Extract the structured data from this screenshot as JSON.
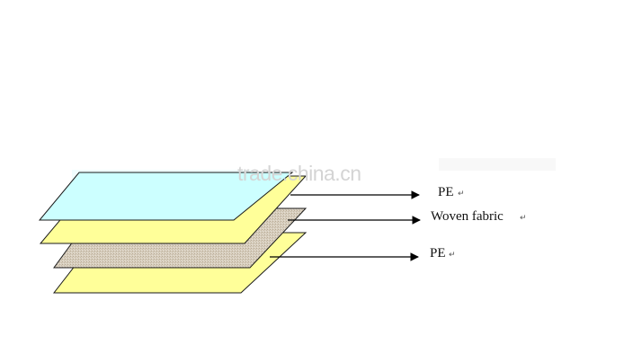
{
  "watermark": "trade.china.cn",
  "layers": [
    {
      "name": "top-pe-film",
      "fill": "#ccffff"
    },
    {
      "name": "upper-pe-layer",
      "fill": "#ffff99"
    },
    {
      "name": "woven-fabric-layer",
      "fill": "#d8cfc0"
    },
    {
      "name": "lower-pe-layer",
      "fill": "#ffff99"
    }
  ],
  "callouts": [
    {
      "label": "PE",
      "mark": "↵"
    },
    {
      "label": "Woven fabric",
      "mark": "↵"
    },
    {
      "label": "PE",
      "mark": "↵"
    }
  ]
}
